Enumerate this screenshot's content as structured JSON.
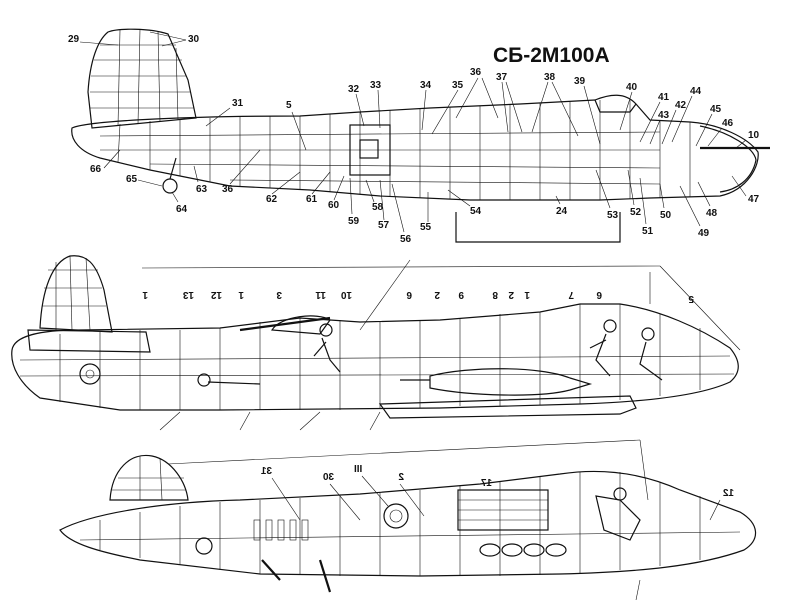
{
  "title": "СБ-2М100А",
  "views": {
    "top_side": {
      "callouts": [
        "29",
        "30",
        "31",
        "5",
        "32",
        "33",
        "34",
        "35",
        "36",
        "37",
        "38",
        "39",
        "40",
        "41",
        "42",
        "43",
        "44",
        "45",
        "46",
        "10",
        "47",
        "48",
        "49",
        "50",
        "51",
        "52",
        "53",
        "24",
        "54",
        "55",
        "56",
        "57",
        "58",
        "59",
        "60",
        "61",
        "62",
        "36",
        "63",
        "64",
        "65",
        "66"
      ]
    },
    "middle_side": {
      "callouts": [
        "1",
        "12",
        "13",
        "1",
        "10",
        "11",
        "3",
        "6",
        "2",
        "9",
        "8",
        "2",
        "1",
        "7",
        "6",
        "5"
      ]
    },
    "bottom_side": {
      "callouts": [
        "31",
        "30",
        "III",
        "2",
        "17",
        "12"
      ]
    }
  }
}
